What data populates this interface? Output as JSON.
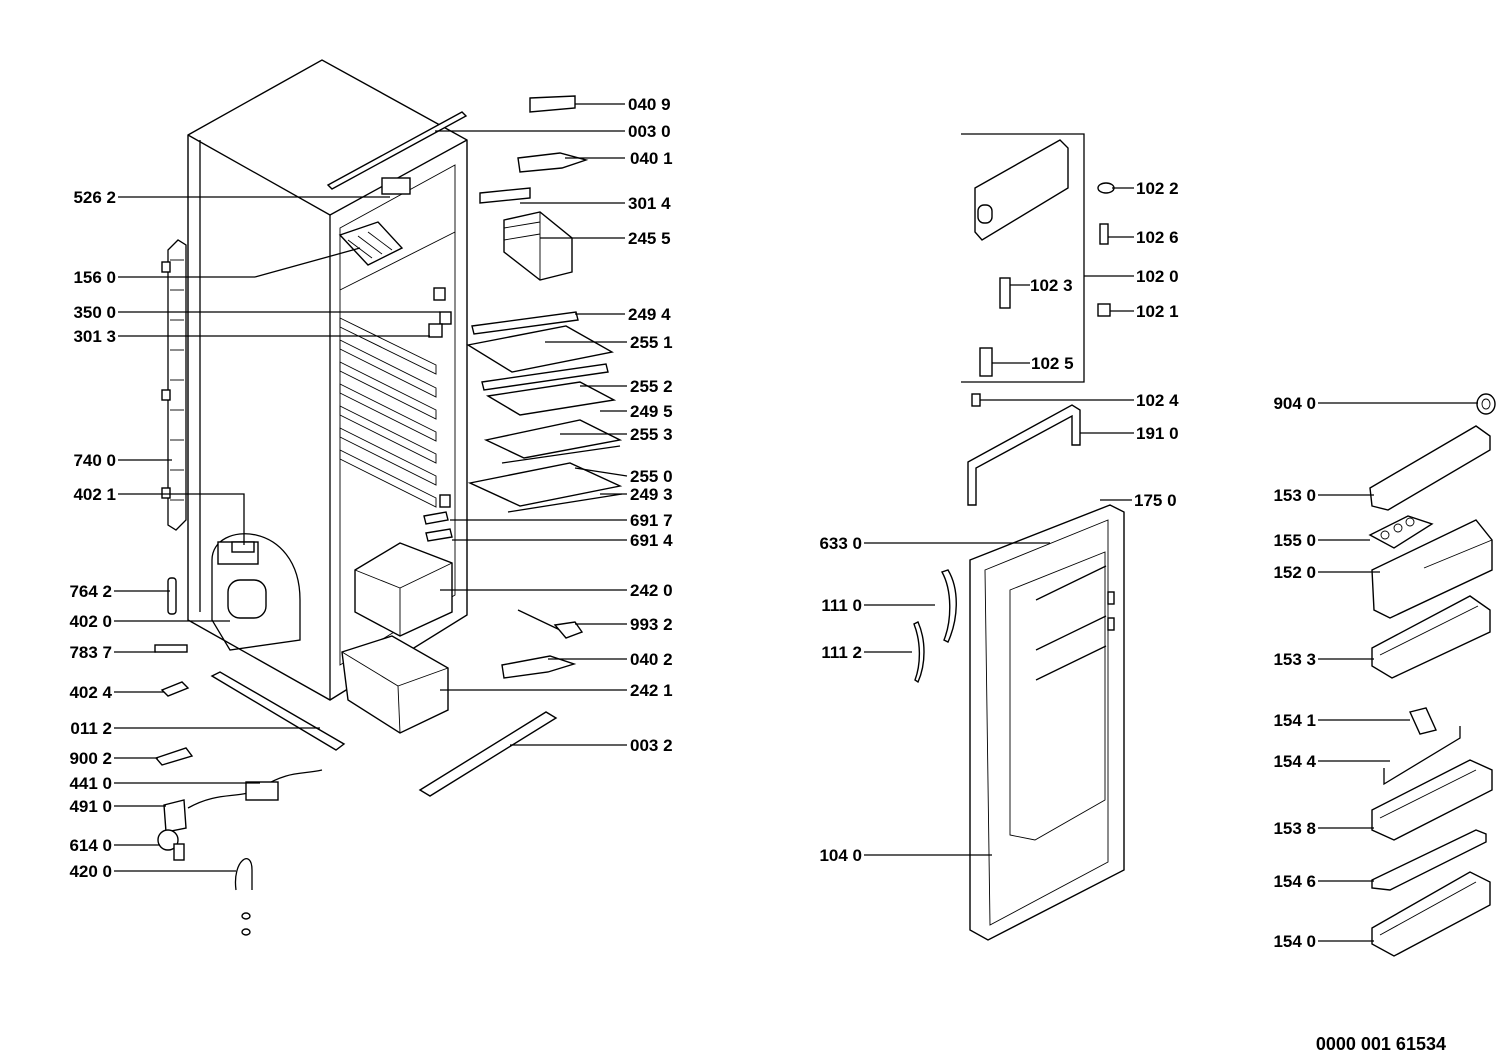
{
  "document_number": "0000 001 61534",
  "callouts": {
    "c0409": "040 9",
    "c0030": "003 0",
    "c0401": "040 1",
    "c5262": "526 2",
    "c3014": "301 4",
    "c2455": "245 5",
    "c1560": "156 0",
    "c3500": "350 0",
    "c2494": "249 4",
    "c3013": "301 3",
    "c2551": "255 1",
    "c2552": "255 2",
    "c2495": "249 5",
    "c2553": "255 3",
    "c7400": "740 0",
    "c2550": "255 0",
    "c4021": "402 1",
    "c2493": "249 3",
    "c6917": "691 7",
    "c6914": "691 4",
    "c7642": "764 2",
    "c2420": "242 0",
    "c4020": "402 0",
    "c9932": "993 2",
    "c7837": "783 7",
    "c0402": "040 2",
    "c4024": "402 4",
    "c2421": "242 1",
    "c0112": "011 2",
    "c0032": "003 2",
    "c9002": "900 2",
    "c4410": "441 0",
    "c4910": "491 0",
    "c6140": "614 0",
    "c4200": "420 0",
    "c1022": "102 2",
    "c1026": "102 6",
    "c1023": "102 3",
    "c1020": "102 0",
    "c1021": "102 1",
    "c1025": "102 5",
    "c1024": "102 4",
    "c1910": "191 0",
    "c1750": "175 0",
    "c6330": "633 0",
    "c1110": "111 0",
    "c1112": "111 2",
    "c1040": "104 0",
    "c9040": "904 0",
    "c1530": "153 0",
    "c1550": "155 0",
    "c1520": "152 0",
    "c1533": "153 3",
    "c1541": "154 1",
    "c1544": "154 4",
    "c1538": "153 8",
    "c1546": "154 6",
    "c1540": "154 0"
  }
}
